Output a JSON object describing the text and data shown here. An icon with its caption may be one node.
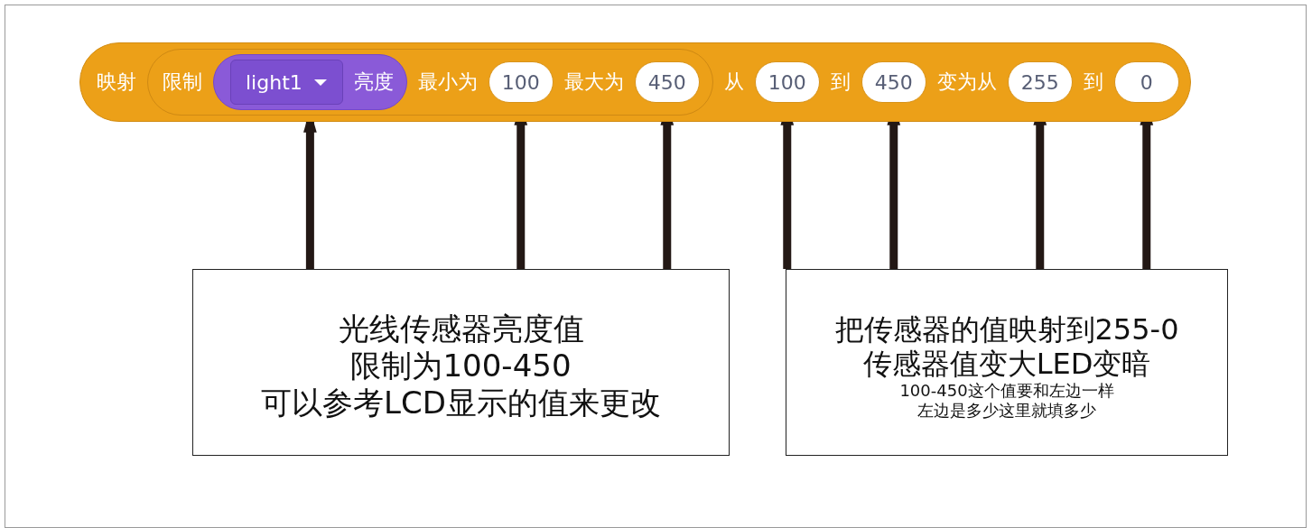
{
  "diagram": {
    "nodes": [
      {
        "text": [
          "映射",
          "从",
          "到",
          "变为从",
          "到"
        ]
      },
      {
        "text": [
          "限制",
          "最小为",
          "最大为"
        ],
        "in": 0
      },
      {
        "text": [
          "亮度"
        ],
        "in": 1
      },
      {
        "text": [
          "light1"
        ],
        "in": 2
      },
      {
        "text": [
          "100"
        ],
        "in": 1
      },
      {
        "text": [
          "450"
        ],
        "in": 1
      },
      {
        "text": [
          "100"
        ],
        "in": 0
      },
      {
        "text": [
          "450"
        ],
        "in": 0
      },
      {
        "text": [
          "255"
        ],
        "in": 0
      },
      {
        "text": [
          "0"
        ],
        "in": 0
      },
      {
        "text": [
          "光线传感器亮度值",
          "限制为100-450",
          "可以参考LCD显示的值来更改"
        ]
      },
      {
        "text": [
          "把传感器的值映射到255-0",
          "传感器值变大LED变暗",
          "100-450这个值要和左边一样",
          "左边是多少这里就填多少"
        ]
      }
    ],
    "edges": [
      {
        "from": 10,
        "to": 2,
        "arrow": "to"
      },
      {
        "from": 10,
        "to": 4,
        "arrow": "to"
      },
      {
        "from": 10,
        "to": 5,
        "arrow": "to"
      },
      {
        "from": 11,
        "to": 6,
        "arrow": "to"
      },
      {
        "from": 11,
        "to": 7,
        "arrow": "to"
      },
      {
        "from": 11,
        "to": 8,
        "arrow": "to"
      },
      {
        "from": 11,
        "to": 9,
        "arrow": "to"
      }
    ]
  }
}
